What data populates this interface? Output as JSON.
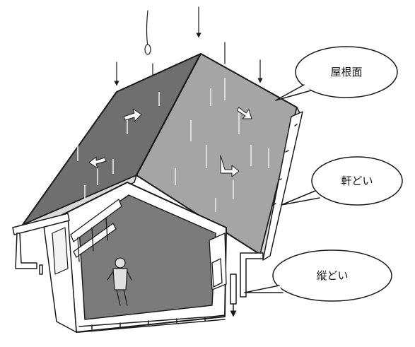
{
  "labels": {
    "roof_surface": "屋根面",
    "eaves_gutter": "軒どい",
    "downspout": "縦どい"
  },
  "colors": {
    "roof_left": "#6f6f6f",
    "roof_right": "#a5a5a5",
    "interior_floor": "#7b7b7b",
    "outline": "#1a1a1a",
    "paper": "#ffffff"
  }
}
